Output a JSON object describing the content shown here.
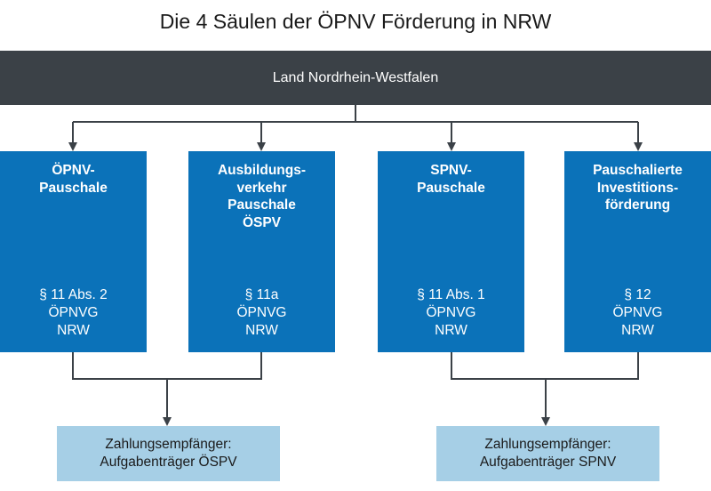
{
  "title": "Die 4 Säulen der ÖPNV Förderung in NRW",
  "source": "Land Nordrhein-Westfalen",
  "pillars": [
    {
      "title": [
        "ÖPNV-",
        "Pauschale"
      ],
      "law": [
        "§ 11 Abs. 2",
        "ÖPNVG",
        "NRW"
      ]
    },
    {
      "title": [
        "Ausbildungs-",
        "verkehr",
        "Pauschale",
        "ÖSPV"
      ],
      "law": [
        "§ 11a",
        "ÖPNVG",
        "NRW"
      ]
    },
    {
      "title": [
        "SPNV-",
        "Pauschale"
      ],
      "law": [
        "§ 11 Abs. 1",
        "ÖPNVG",
        "NRW"
      ]
    },
    {
      "title": [
        "Pauschalierte",
        "Investitions-",
        "förderung"
      ],
      "law": [
        "§ 12",
        "ÖPNVG",
        "NRW"
      ]
    }
  ],
  "recipients": [
    {
      "lines": [
        "Zahlungsempfänger:",
        "Aufgabenträger ÖSPV"
      ]
    },
    {
      "lines": [
        "Zahlungsempfänger:",
        "Aufgabenträger SPNV"
      ]
    }
  ],
  "colors": {
    "banner": "#3b4147",
    "pillar": "#0b72b9",
    "recipient": "#a6cfe6",
    "connector": "#3b4147"
  }
}
